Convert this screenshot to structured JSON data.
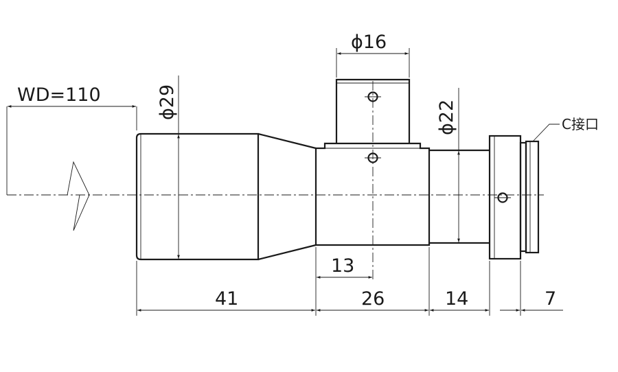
{
  "dimensions": {
    "working_distance": "WD=110",
    "phi_29": "ϕ29",
    "phi_16": "ϕ16",
    "phi_22": "ϕ22",
    "len_41": "41",
    "len_26": "26",
    "len_14": "14",
    "len_7": "7",
    "len_13": "13"
  },
  "labels": {
    "c_mount": "C接口"
  }
}
